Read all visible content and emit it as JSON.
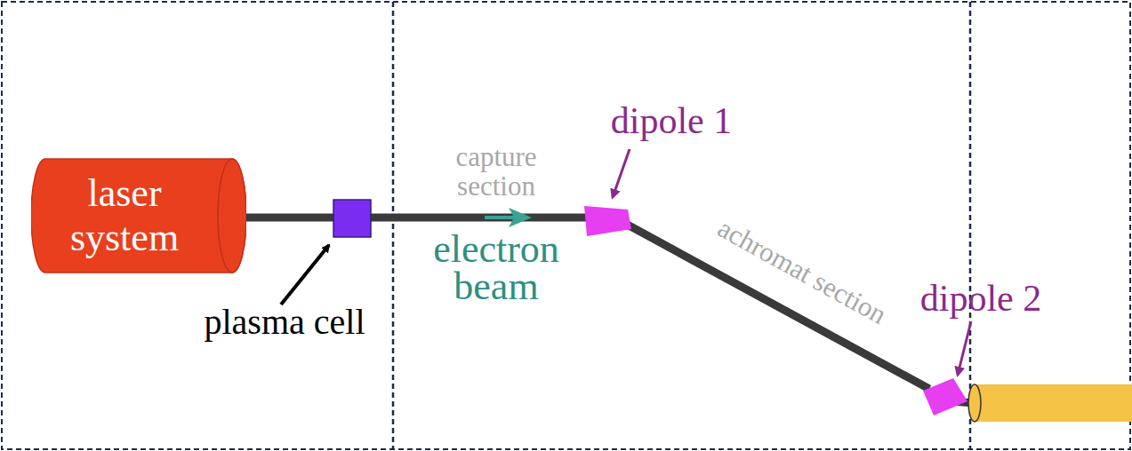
{
  "diagram": {
    "nodes": [
      {
        "text": [
          "laser system"
        ]
      }
    ],
    "labels": [
      "plasma cell",
      "capture section",
      "electron beam",
      "dipole 1",
      "achromat section",
      "dipole 2"
    ]
  }
}
